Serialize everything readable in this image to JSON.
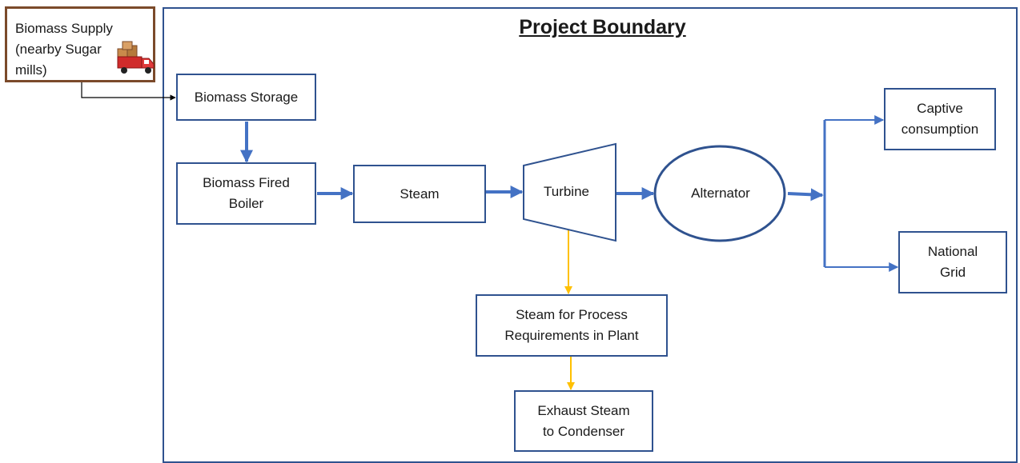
{
  "title": "Project Boundary",
  "supply": {
    "line1": "Biomass Supply",
    "line2": "(nearby Sugar",
    "line3": "mills)",
    "icon": "delivery-truck-icon"
  },
  "nodes": {
    "storage": "Biomass Storage",
    "boiler_1": "Biomass Fired",
    "boiler_2": "Boiler",
    "steam": "Steam",
    "turbine": "Turbine",
    "alternator": "Alternator",
    "captive_1": "Captive",
    "captive_2": "consumption",
    "grid_1": "National",
    "grid_2": "Grid",
    "process_1": "Steam for Process",
    "process_2": "Requirements in Plant",
    "exhaust_1": "Exhaust Steam",
    "exhaust_2": "to Condenser"
  },
  "colors": {
    "box_border": "#2f528f",
    "arrow_blue": "#4472c4",
    "arrow_yellow": "#ffc000",
    "supply_border": "#7b4a2a"
  }
}
